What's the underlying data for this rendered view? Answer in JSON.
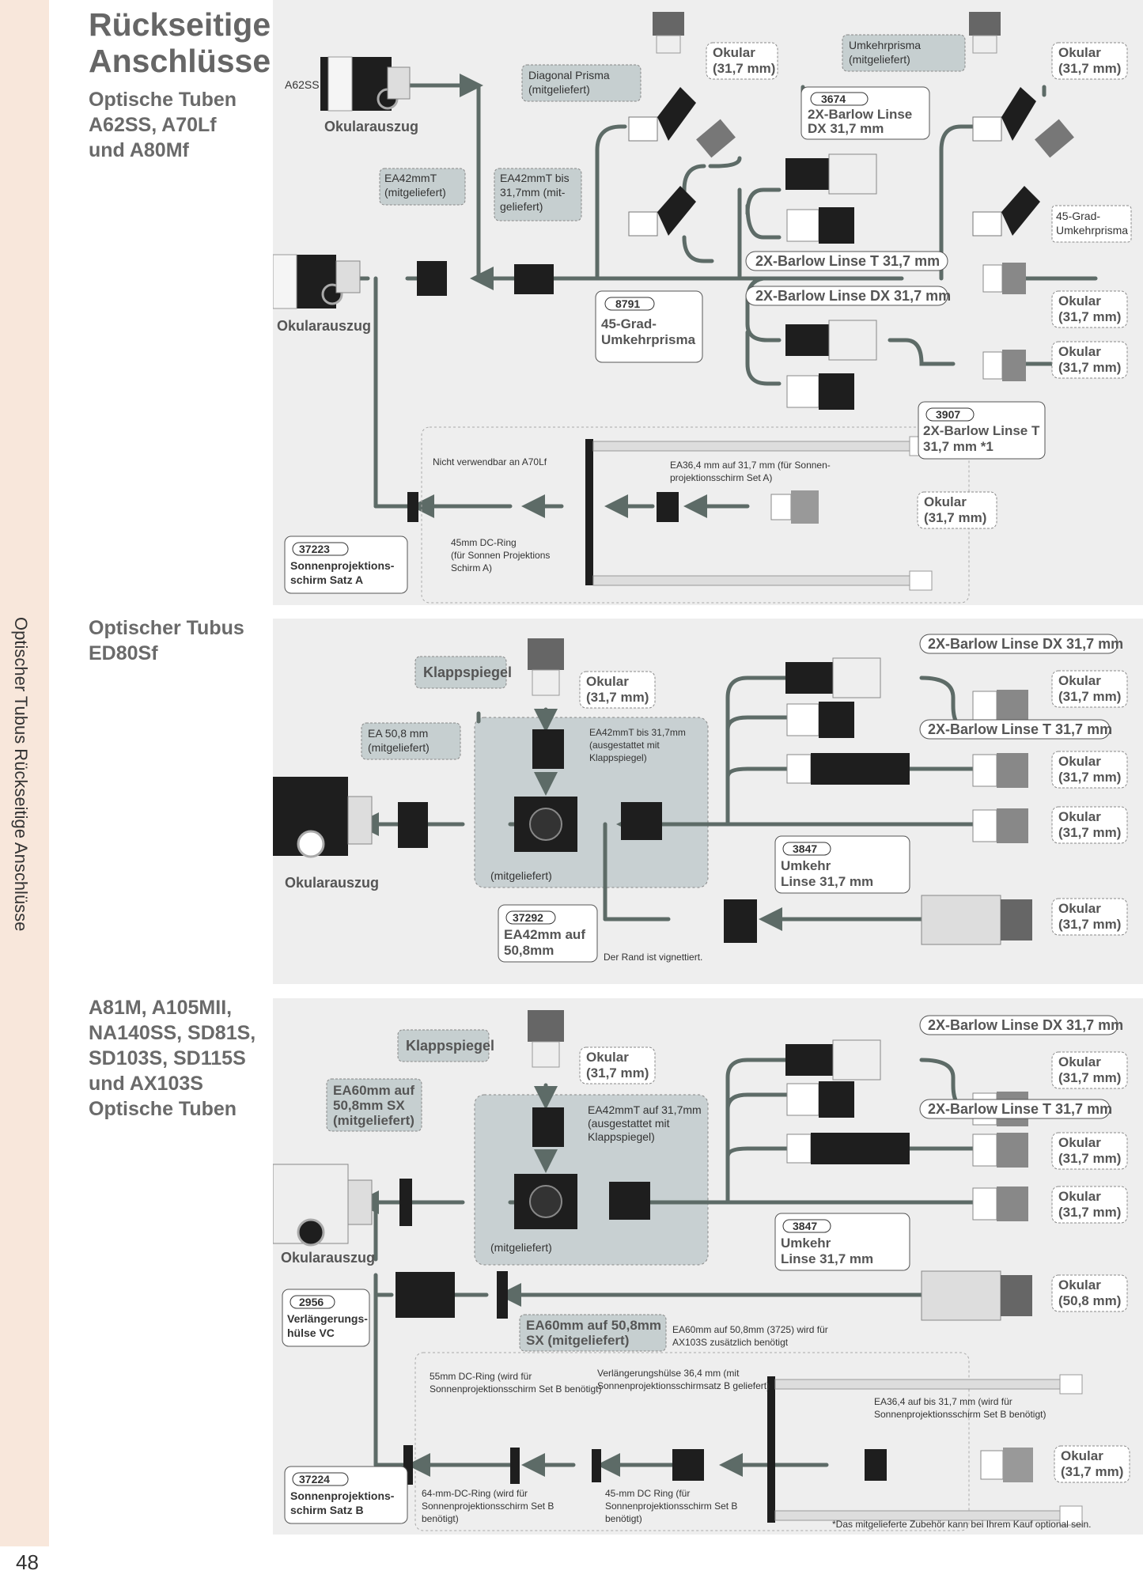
{
  "page": {
    "number": "48",
    "side_label": "Optischer Tubus Rückseitige Anschlüsse",
    "title_line1": "Rückseitige",
    "title_line2": "Anschlüsse:",
    "footnote": "*Das mitgelieferte Zubehör kann bei Ihrem Kauf optional sein."
  },
  "sections": [
    {
      "heading": [
        "Optische Tuben",
        "A62SS, A70Lf",
        "und A80Mf"
      ],
      "labels": {
        "a62ss": "A62SS",
        "okularauszug_top": "Okularauszug",
        "okularauszug_left": "Okularauszug",
        "ea42_top": [
          "EA42mmT",
          "(mitgeliefert)"
        ],
        "ea42_bis": [
          "EA42mmT bis",
          "31,7mm (mit-",
          "geliefert)"
        ],
        "diagonal": [
          "Diagonal Prisma",
          "(mitgeliefert)"
        ],
        "okular_a": [
          "Okular",
          "(31,7 mm)"
        ],
        "umkehrprisma": [
          "Umkehrprisma",
          "(mitgeliefert)"
        ],
        "okular_b": [
          "Okular",
          "(31,7 mm)"
        ],
        "p3674_num": "3674",
        "p3674_text": [
          "2X-Barlow Linse",
          "DX 31,7 mm"
        ],
        "umkehr45": [
          "45-Grad-",
          "Umkehrprisma"
        ],
        "barlow_t_bar": "2X-Barlow Linse T 31,7 mm",
        "barlow_dx_bar": "2X-Barlow Linse DX 31,7 mm",
        "p8791_num": "8791",
        "p8791_text": [
          "45-Grad-",
          "Umkehrprisma"
        ],
        "okular_c": [
          "Okular",
          "(31,7 mm)"
        ],
        "okular_d": [
          "Okular",
          "(31,7 mm)"
        ],
        "p3907_num": "3907",
        "p3907_text": [
          "2X-Barlow Linse T",
          "31,7 mm *1"
        ],
        "nicht_a70": "Nicht verwendbar an A70Lf",
        "ea36": [
          "EA36,4 mm auf 31,7 mm (für Sonnen-",
          "projektionsschirm Set A)"
        ],
        "okular_e": [
          "Okular",
          "(31,7 mm)"
        ],
        "p37223_num": "37223",
        "p37223_text": [
          "Sonnenprojektions-",
          "schirm Satz A"
        ],
        "dcring45": [
          "45mm DC-Ring",
          "(für Sonnen Projektions",
          "Schirm A)"
        ]
      }
    },
    {
      "heading": [
        "Optischer Tubus",
        "ED80Sf"
      ],
      "labels": {
        "klappspiegel": "Klappspiegel",
        "okular_a": [
          "Okular",
          "(31,7 mm)"
        ],
        "ea508": [
          "EA 50,8 mm",
          "(mitgeliefert)"
        ],
        "ea42bis": [
          "EA42mmT bis 31,7mm",
          "(ausgestattet mit",
          "Klappspiegel)"
        ],
        "mitgeliefert": "(mitgeliefert)",
        "okularauszug": "Okularauszug",
        "barlow_dx": "2X-Barlow Linse DX 31,7 mm",
        "barlow_t": "2X-Barlow Linse T 31,7 mm",
        "okulare": [
          [
            "Okular",
            "(31,7 mm)"
          ],
          [
            "Okular",
            "(31,7 mm)"
          ],
          [
            "Okular",
            "(31,7 mm)"
          ],
          [
            "Okular",
            "(31,7 mm)"
          ]
        ],
        "p3847_num": "3847",
        "p3847_text": [
          "Umkehr",
          "Linse 31,7 mm"
        ],
        "p37292_num": "37292",
        "p37292_text": [
          "EA42mm auf",
          "50,8mm"
        ],
        "rand": "Der Rand ist vignettiert."
      }
    },
    {
      "heading": [
        "A81M, A105MII,",
        "NA140SS, SD81S,",
        "SD103S, SD115S",
        "und AX103S",
        "Optische Tuben"
      ],
      "labels": {
        "klappspiegel": "Klappspiegel",
        "okular_a": [
          "Okular",
          "(31,7 mm)"
        ],
        "ea60": [
          "EA60mm auf",
          "50,8mm SX",
          "(mitgeliefert)"
        ],
        "ea42auf": [
          "EA42mmT auf 31,7mm",
          "(ausgestattet mit",
          "Klappspiegel)"
        ],
        "mitgeliefert": "(mitgeliefert)",
        "okularauszug": "Okularauszug",
        "barlow_dx": "2X-Barlow Linse DX 31,7 mm",
        "barlow_t": "2X-Barlow Linse T 31,7 mm",
        "okulare": [
          [
            "Okular",
            "(31,7 mm)"
          ],
          [
            "Okular",
            "(31,7 mm)"
          ],
          [
            "Okular",
            "(31,7 mm)"
          ],
          [
            "Okular",
            "(50,8 mm)"
          ]
        ],
        "p3847_num": "3847",
        "p3847_text": [
          "Umkehr",
          "Linse 31,7 mm"
        ],
        "p2956_num": "2956",
        "p2956_text": [
          "Verlängerungs-",
          "hülse VC"
        ],
        "ea60sx": [
          "EA60mm auf 50,8mm",
          "SX (mitgeliefert)"
        ],
        "ea60note": [
          "EA60mm auf 50,8mm (3725) wird für",
          "AX103S zusätzlich benötigt"
        ],
        "dc55": [
          "55mm DC-Ring (wird für",
          "Sonnenprojektionsschirm Set B benötigt)"
        ],
        "vh36": [
          "Verlängerungshülse 36,4 mm (mit",
          "Sonnenprojektionsschirmsatz B geliefert)"
        ],
        "ea36": [
          "EA36,4 auf bis 31,7 mm (wird für",
          "Sonnenprojektionsschirm Set B benötigt)"
        ],
        "okular_sun": [
          "Okular",
          "(31,7 mm)"
        ],
        "p37224_num": "37224",
        "p37224_text": [
          "Sonnenprojektions-",
          "schirm Satz B"
        ],
        "dc64": [
          "64-mm-DC-Ring (wird für",
          "Sonnenprojektionsschirm Set B",
          "benötigt)"
        ],
        "dc45": [
          "45-mm  DC Ring (für",
          "Sonnenprojektionsschirm Set B",
          "benötigt)"
        ]
      }
    }
  ]
}
